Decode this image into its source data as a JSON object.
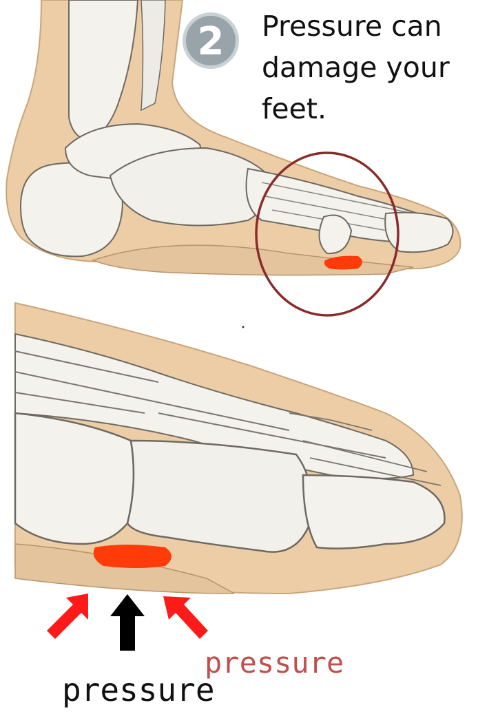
{
  "step": {
    "number": "2"
  },
  "caption": {
    "line1": "Pressure can",
    "line2": "damage your",
    "line3": "feet."
  },
  "labels": {
    "pressure_black": "pressure",
    "pressure_red": "pressure"
  },
  "colors": {
    "skin": "#eccda6",
    "skin_dark": "#e3b98a",
    "bone": "#f4f2ed",
    "bone_line": "#6e6a62",
    "callus": "#ff3b0a",
    "highlight_circle": "#8a2b2b",
    "arrow_red": "#ff1a1a",
    "arrow_black": "#000000"
  },
  "icons": {
    "arrow_left": "arrow-up-right-red-icon",
    "arrow_center": "arrow-up-black-icon",
    "arrow_right": "arrow-up-left-red-icon"
  }
}
